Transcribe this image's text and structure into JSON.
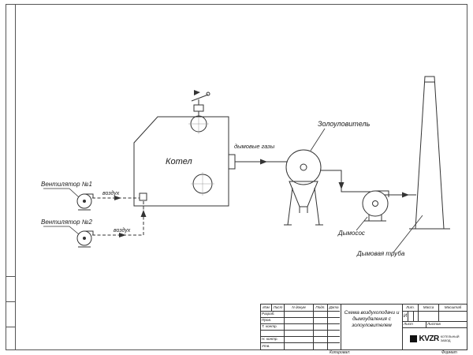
{
  "drawing": {
    "boiler": "Котел",
    "fan1": "Вентилятор №1",
    "fan2": "Вентилятор №2",
    "air1": "воздух",
    "air2": "воздух",
    "flue_gases": "дымовые газы",
    "ash_catcher": "Золоуловитель",
    "smoke_exhauster": "Дымосос",
    "chimney": "Дымовая труба"
  },
  "title_block": {
    "doc_title": "Схема воздухоподачи и дымоудаления с золоуловителем",
    "col_izm": "Изм",
    "col_list": "Лист",
    "col_ndokum": "N докум",
    "col_podp": "Подп.",
    "col_data": "Дата",
    "row_razrab": "Разраб.",
    "row_prov": "Пров.",
    "row_tkontr": "Т. контр.",
    "row_nkontr": "Н. контр.",
    "row_utv": "Утв.",
    "lit_header": "Лит.",
    "massa_header": "Масса",
    "masshtab_header": "Масштаб",
    "lit_value": "И",
    "list_label": "Лист",
    "listov_label": "Листов",
    "logo_text": "KVZR",
    "logo_sub1": "КОТЕЛЬНЫЙ",
    "logo_sub2": "ЗАВОД"
  },
  "annotations": {
    "kopiroval": "Копировал:",
    "format": "Формат"
  },
  "colors": {
    "line": "#333333",
    "frame": "#555555"
  }
}
